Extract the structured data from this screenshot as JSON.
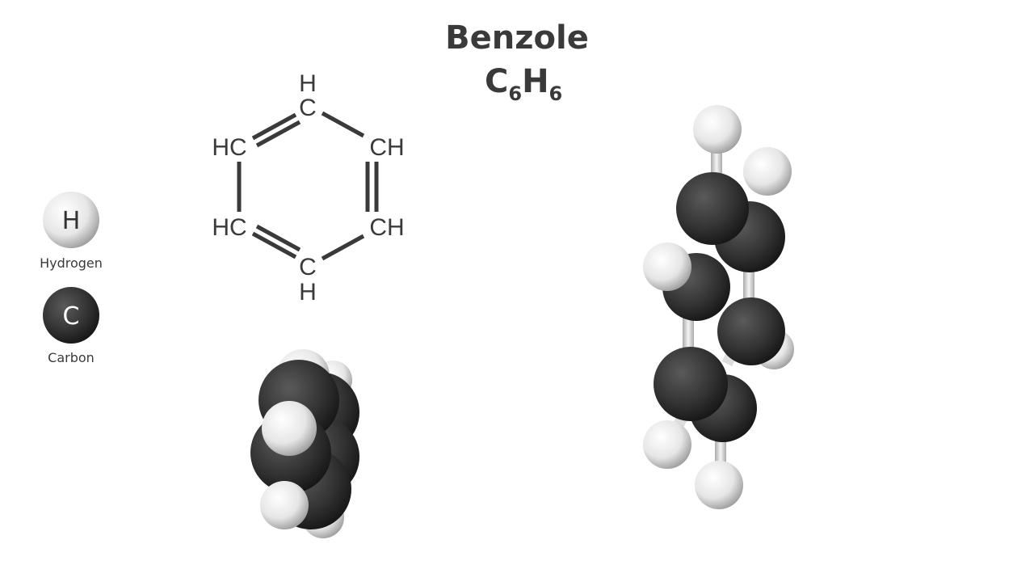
{
  "title": "Benzole",
  "formula": {
    "c": "C",
    "c_sub": "6",
    "h": "H",
    "h_sub": "6"
  },
  "structure_labels": {
    "top_h": "H",
    "top_c": "C",
    "upper_left": "HC",
    "upper_right": "CH",
    "lower_left": "HC",
    "lower_right": "CH",
    "bottom_c": "C",
    "bottom_h": "H"
  },
  "legend": [
    {
      "symbol": "H",
      "name": "Hydrogen",
      "color": "#f0f0f0"
    },
    {
      "symbol": "C",
      "name": "Carbon",
      "color": "#3a3a3a"
    }
  ]
}
